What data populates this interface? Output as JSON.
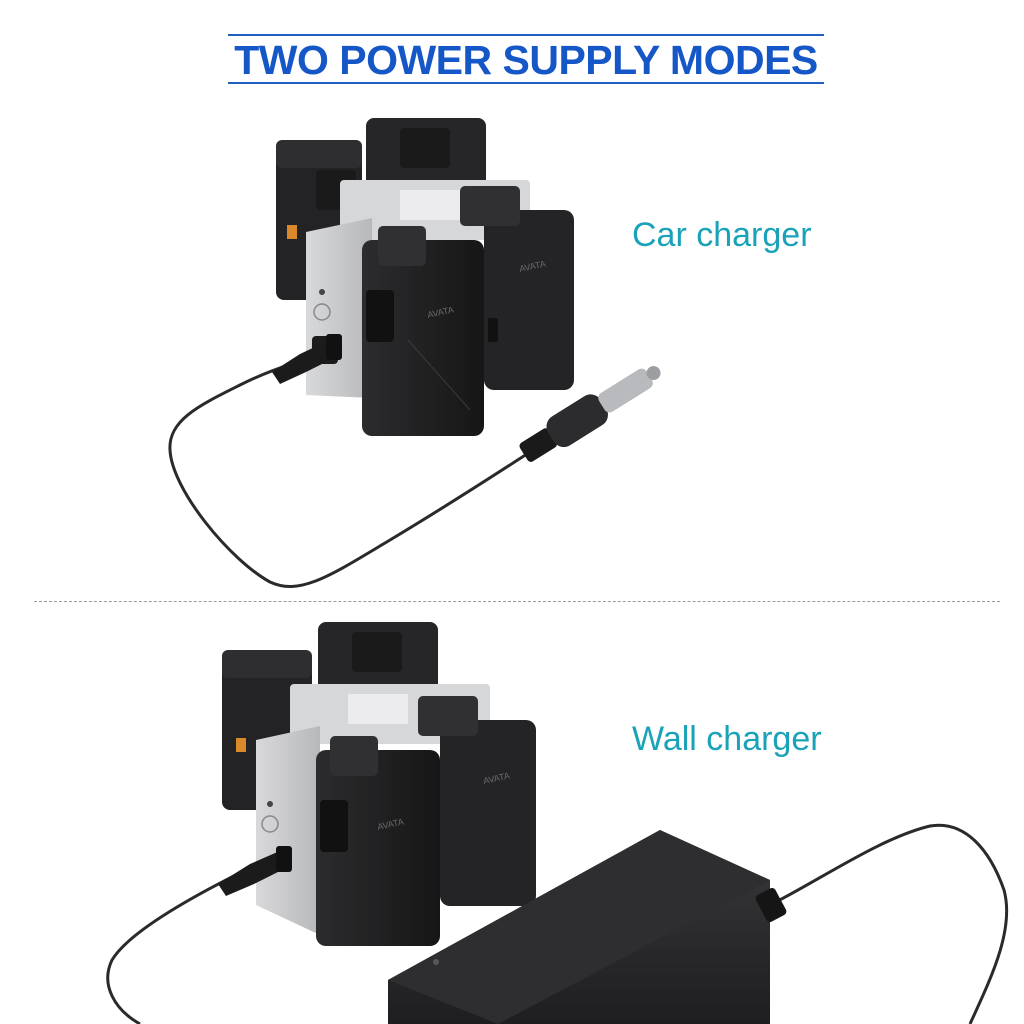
{
  "header": {
    "title": "TWO POWER SUPPLY MODES"
  },
  "sections": {
    "car": {
      "label": "Car charger"
    },
    "wall": {
      "label": "Wall charger"
    }
  },
  "battery": {
    "brand_text": "AVATA"
  },
  "colors": {
    "title": "#1657c7",
    "label": "#1aa3b8",
    "battery": "#1f1f21",
    "hub": "#c9cacc",
    "cable": "#2a2a2a",
    "divider": "#9a9a9a"
  }
}
